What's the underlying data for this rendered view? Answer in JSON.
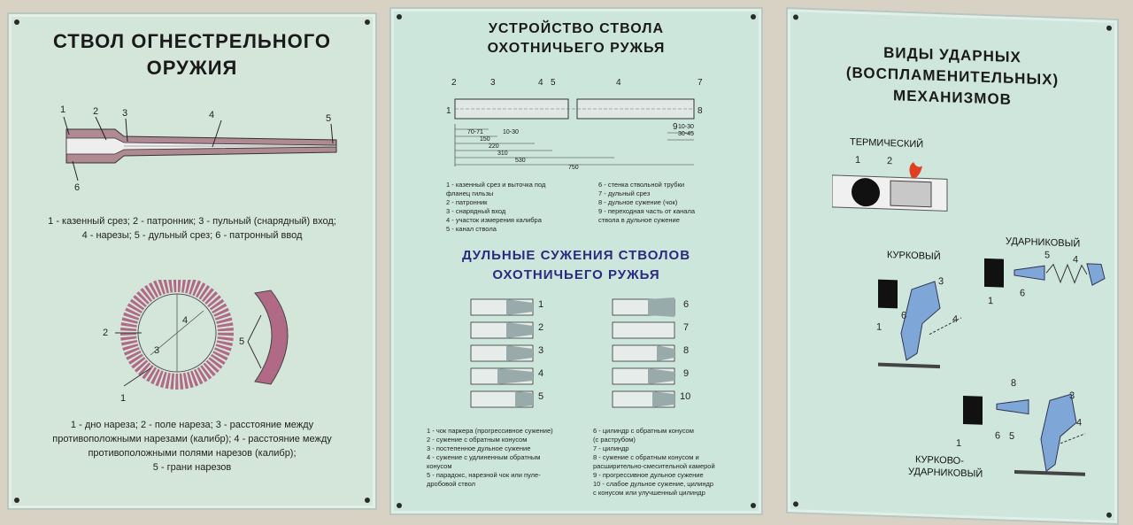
{
  "poster1": {
    "title_line1": "СТВОЛ ОГНЕСТРЕЛЬНОГО",
    "title_line2": "ОРУЖИЯ",
    "barrel_nums": [
      "1",
      "2",
      "3",
      "4",
      "5",
      "6"
    ],
    "legend_line1": "1 - казенный срез; 2 - патронник; 3 - пульный (снарядный) вход;",
    "legend_line2": "4 - нарезы; 5 - дульный срез; 6 - патронный ввод",
    "section_nums": [
      "2",
      "3",
      "4",
      "1",
      "5"
    ],
    "legend2_line1": "1 - дно нареза; 2 - поле нареза; 3 - расстояние между",
    "legend2_line2": "противоположными нарезами (калибр); 4 - расстояние между",
    "legend2_line3": "противоположными полями нарезов (калибр);",
    "legend2_line4": "5 - грани нарезов"
  },
  "poster2": {
    "title_line1": "УСТРОЙСТВО СТВОЛА",
    "title_line2": "ОХОТНИЧЬЕГО РУЖЬЯ",
    "dims": [
      "70-71",
      "10-30",
      "150",
      "220",
      "310",
      "530",
      "750",
      "10-30",
      "30-45"
    ],
    "legend_left": [
      "1 - казенный срез и выточка под",
      "фланец гильзы",
      "2 - патронник",
      "3 - снарядный вход",
      "4 - участок измерения калибра",
      "5 - канал ствола"
    ],
    "legend_right": [
      "6 - стенка ствольной трубки",
      "7 - дульный срез",
      "8 - дульное сужение (чок)",
      "9 - переходная часть от канала",
      "ствола в дульное сужение"
    ],
    "subtitle_line1": "ДУЛЬНЫЕ СУЖЕНИЯ СТВОЛОВ",
    "subtitle_line2": "ОХОТНИЧЬЕГО РУЖЬЯ",
    "choke_nums_left": [
      "1",
      "2",
      "3",
      "4",
      "5"
    ],
    "choke_nums_right": [
      "6",
      "7",
      "8",
      "9",
      "10"
    ],
    "choke_left": [
      "1 - чок паркера (прогрессивное сужение)",
      "2 - сужение с обратным конусом",
      "3 - постепенное дульное сужение",
      "4 - сужение с удлиненным обратным",
      "конусом",
      "5 - парадокс, нарезной чок или пуле-",
      "дробовой ствол"
    ],
    "choke_right": [
      "6 - цилиндр с обратным конусом",
      "(с раструбом)",
      "7 - цилиндр",
      "8 - сужение с обратным конусом и",
      "расширительно-смесительной камерой",
      "9 - прогрессивное дульное сужение",
      "10 - слабое дульное сужение, цилиндр",
      "с конусом или улучшенный цилиндр"
    ],
    "accent": "#3a2a8a"
  },
  "poster3": {
    "title_line1": "ВИДЫ УДАРНЫХ",
    "title_line2": "(ВОСПЛАМЕНИТЕЛЬНЫХ)",
    "title_line3": "МЕХАНИЗМОВ",
    "thermal": "ТЕРМИЧЕСКИЙ",
    "striker": "УДАРНИКОВЫЙ",
    "hammer": "КУРКОВЫЙ",
    "combo_line1": "КУРКОВО-",
    "combo_line2": "УДАРНИКОВЫЙ",
    "nums": [
      "1",
      "2",
      "1",
      "3",
      "6",
      "4",
      "5",
      "4",
      "1",
      "6",
      "8",
      "3",
      "4",
      "1",
      "6",
      "5"
    ]
  }
}
